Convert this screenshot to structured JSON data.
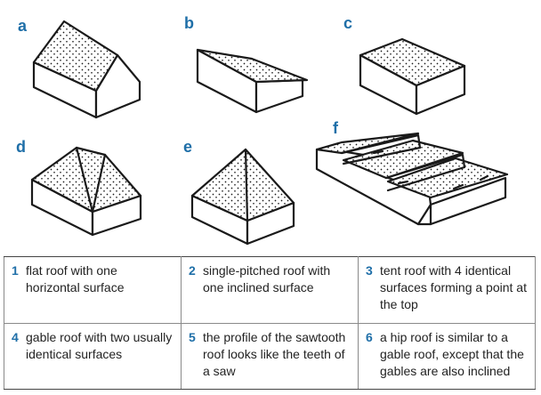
{
  "figure": {
    "labels": {
      "a": "a",
      "b": "b",
      "c": "c",
      "d": "d",
      "e": "e",
      "f": "f"
    }
  },
  "legend": [
    {
      "num": "1",
      "text": "flat roof with one horizontal surface"
    },
    {
      "num": "2",
      "text": "single-pitched roof with one inclined surface"
    },
    {
      "num": "3",
      "text": "tent roof with 4 identical surfaces forming a point at the top"
    },
    {
      "num": "4",
      "text": "gable roof with two usually identical surfaces"
    },
    {
      "num": "5",
      "text": "the profile of the sawtooth roof looks like the teeth of a saw"
    },
    {
      "num": "6",
      "text": "a hip roof is similar to a gable roof, except that the gables are also inclined"
    }
  ]
}
